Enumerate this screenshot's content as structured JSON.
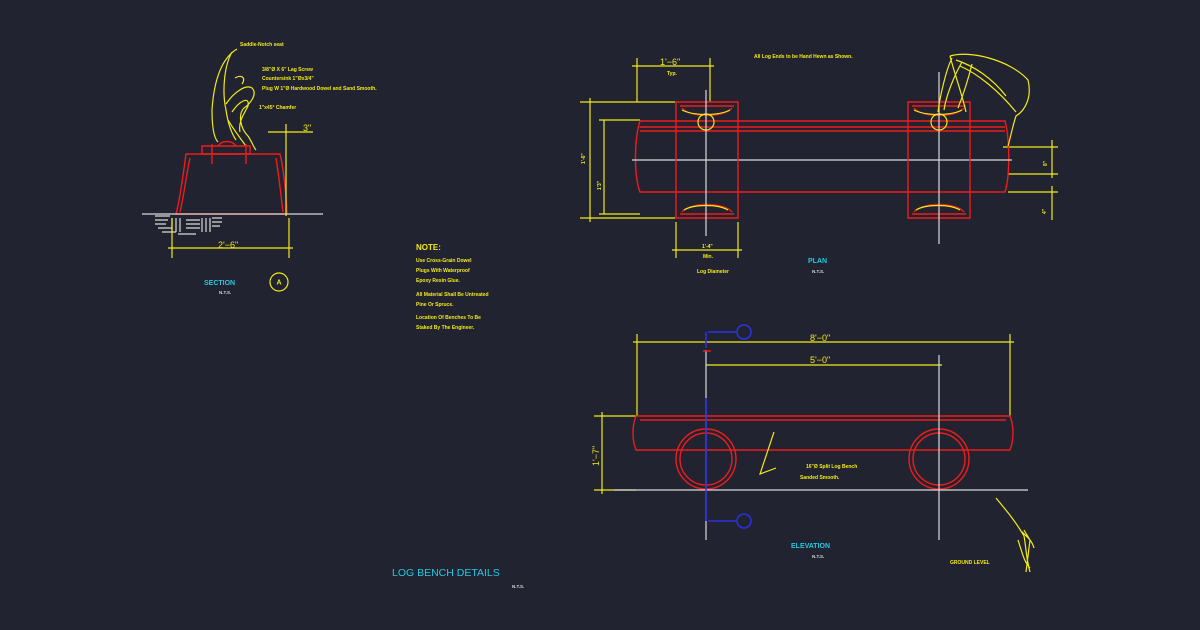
{
  "title": "LOG BENCH DETAILS",
  "title_scale": "N.T.S.",
  "colors": {
    "background": "#212430",
    "yellow": "#f2ea17",
    "red": "#ee1c1c",
    "cyan": "#22c8e6",
    "white": "#d9d9d9",
    "blue": "#2b30e0"
  },
  "section": {
    "label": "SECTION",
    "scale": "N.T.S.",
    "marker": "A",
    "notes": [
      "Saddle-Notch seat",
      "3/8\"Ø X 6\" Lag Screw",
      "Countersink 1\"Øx3/4\"",
      "Plug W 1\"Ø Hardwood Dowel and Sand Smooth.",
      "1\"x45° Chamfer"
    ],
    "dim_3": "3\"",
    "dim_2_6": "2'−6\""
  },
  "note": {
    "heading": "NOTE:",
    "lines": [
      "Use Cross-Grain Dowel",
      "Plugs With Waterproof",
      "Epoxy Resin Glue.",
      "All Material Shall Be Untreated",
      "Pine Or Spruce.",
      "Location Of Benches To Be",
      "Staked By The Engineer."
    ]
  },
  "plan": {
    "label": "PLAN",
    "scale": "N.T.S.",
    "top_note": "All Log Ends to be Hand Hewn as Shown.",
    "dim_1_6": "1'−6\"",
    "typ": "Typ.",
    "dim_1_4": "1'-4\"",
    "min": "Min.",
    "log_diameter": "Log Diameter",
    "left_outer": "1'-6\"",
    "left_inner": "1'3\"",
    "right_top": "8\"",
    "right_bottom": "4\""
  },
  "elevation": {
    "label": "ELEVATION",
    "scale": "N.T.S.",
    "dim_8_0": "8'−0\"",
    "dim_5_0": "5'−0\"",
    "dim_1_7": "1'−7\"",
    "bench_note": [
      "16\"Ø Split Log Bench",
      "Sanded Smooth."
    ],
    "ground_level": "GROUND LEVEL"
  }
}
